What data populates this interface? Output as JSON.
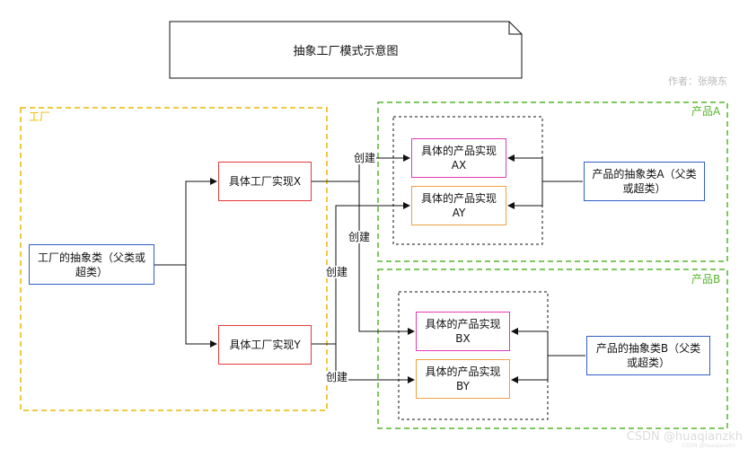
{
  "title": "抽象工厂模式示意图",
  "author": "作者：张晓东",
  "groups": {
    "factory": "工厂",
    "product_a": "产品A",
    "product_b": "产品B"
  },
  "nodes": {
    "abstract_factory": "工厂的抽象类（父类或超类）",
    "factory_x": "具体工厂实现X",
    "factory_y": "具体工厂实现Y",
    "product_ax": {
      "line1": "具体的产品实现",
      "line2": "AX"
    },
    "product_ay": {
      "line1": "具体的产品实现",
      "line2": "AY"
    },
    "product_bx": {
      "line1": "具体的产品实现",
      "line2": "BX"
    },
    "product_by": {
      "line1": "具体的产品实现",
      "line2": "BY"
    },
    "abstract_product_a": "产品的抽象类A（父类或超类）",
    "abstract_product_b": "产品的抽象类B（父类或超类）"
  },
  "edge_labels": {
    "create_ax": "创建",
    "create_bx": "创建",
    "create_ay": "创建",
    "create_by": "创建"
  },
  "colors": {
    "factory_group": "#e8b800",
    "product_group": "#55b52c",
    "blue": "#2f5fc4",
    "red": "#e03b3b",
    "pink": "#e33bb3",
    "orange": "#f0a040"
  },
  "watermark": "CSDN @huaqianzkh",
  "watermark_small": "CSDN @huaqianzkh"
}
